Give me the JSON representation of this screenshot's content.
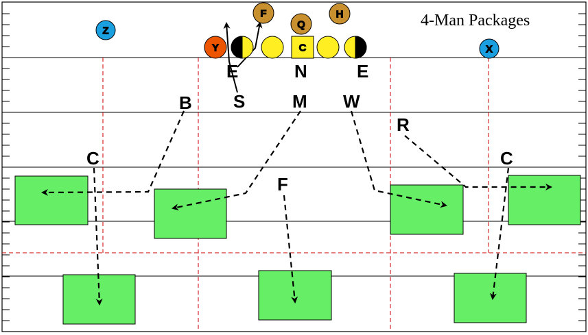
{
  "title": "4-Man Packages",
  "colors": {
    "yard_line": "#000000",
    "zone_line": "#cc0000",
    "zone_fill": "#66ee66",
    "offense_lineman": "#ffee22",
    "back": "#c8902e",
    "receiver": "#1a9fe0",
    "tight_end": "#ee5500"
  },
  "offense": {
    "center": "C",
    "quarterback": "Q",
    "fullback": "F",
    "halfback": "H",
    "tight_end": "Y",
    "receiver_left": "Z",
    "receiver_right": "X"
  },
  "defense": {
    "left_end": "E",
    "nose": "N",
    "right_end": "E",
    "strong_lb": "S",
    "middle_lb": "M",
    "weak_lb": "W",
    "left_backer": "B",
    "right_backer": "R",
    "free_safety": "F",
    "left_corner": "C",
    "right_corner": "C"
  }
}
